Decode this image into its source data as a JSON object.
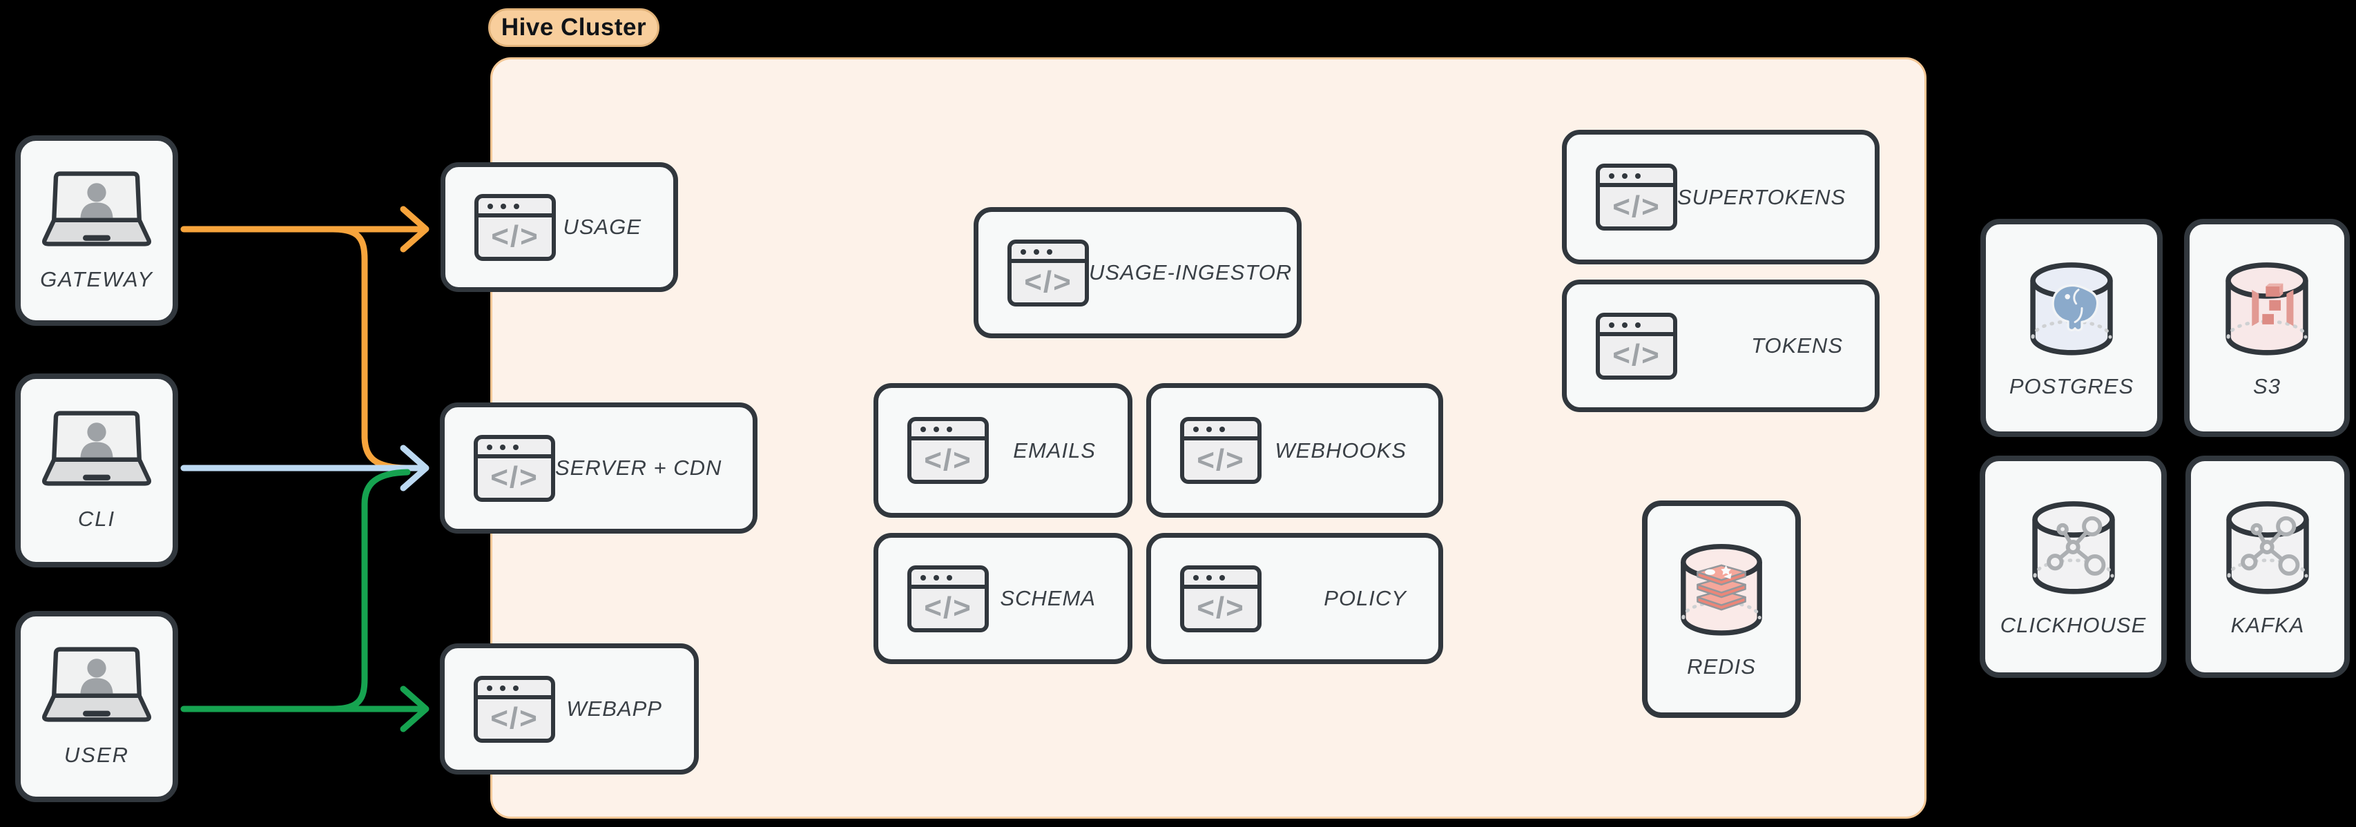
{
  "diagram": {
    "cluster_label": "Hive Cluster",
    "colors": {
      "arrow_orange": "#F7A43C",
      "arrow_blue": "#BCD9F2",
      "arrow_green": "#16A350",
      "node_border": "#31373D",
      "node_fill": "#F7F9F9",
      "cluster_fill": "#FDF2E9",
      "cluster_border": "#F4C795",
      "pill_fill": "#F8CE9C"
    }
  },
  "clients": [
    {
      "label": "GATEWAY"
    },
    {
      "label": "CLI"
    },
    {
      "label": "USER"
    }
  ],
  "services": {
    "usage": {
      "label": "USAGE"
    },
    "server_cdn": {
      "label": "SERVER + CDN"
    },
    "webapp": {
      "label": "WEBAPP"
    },
    "usage_ingestor": {
      "label": "USAGE-INGESTOR"
    },
    "emails": {
      "label": "EMAILS"
    },
    "webhooks": {
      "label": "WEBHOOKS"
    },
    "schema": {
      "label": "SCHEMA"
    },
    "policy": {
      "label": "POLICY"
    },
    "supertokens": {
      "label": "SUPERTOKENS"
    },
    "tokens": {
      "label": "TOKENS"
    },
    "redis": {
      "label": "REDIS"
    }
  },
  "datastores": [
    {
      "label": "POSTGRES"
    },
    {
      "label": "S3"
    },
    {
      "label": "CLICKHOUSE"
    },
    {
      "label": "KAFKA"
    }
  ],
  "icons": {
    "code_glyph": "</>"
  },
  "connections": [
    {
      "from": "GATEWAY",
      "to": "USAGE",
      "color": "#F7A43C"
    },
    {
      "from": "GATEWAY",
      "to": "SERVER + CDN",
      "color": "#F7A43C"
    },
    {
      "from": "CLI",
      "to": "SERVER + CDN",
      "color": "#BCD9F2"
    },
    {
      "from": "USER",
      "to": "SERVER + CDN",
      "color": "#16A350"
    },
    {
      "from": "USER",
      "to": "WEBAPP",
      "color": "#16A350"
    }
  ]
}
